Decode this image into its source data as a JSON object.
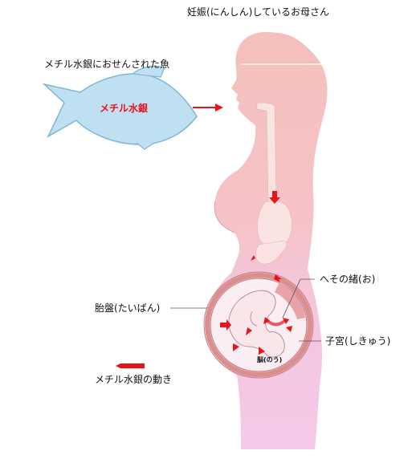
{
  "labels": {
    "title": "妊娠(にんしん)しているお母さん",
    "fish_caption": "メチル水銀におせんされた魚",
    "fish_inner": "メチル水銀",
    "umbilical": "へその緒(お)",
    "placenta": "胎盤(たいばん)",
    "uterus": "子宮(しきゅう)",
    "brain": "脳(のう)",
    "legend": "メチル水銀の動き"
  },
  "colors": {
    "body": "#f4c2bd",
    "body_lower": "#f6c6e6",
    "fish": "#bfe0f1",
    "fish_outline": "#7fb6d6",
    "arrow": "#e8141b",
    "uterus_ring": "#d98f8f",
    "fetus": "#f9e6ea",
    "organ": "#f9e4e1"
  },
  "icons": [
    "fish-icon",
    "arrow-icon"
  ]
}
